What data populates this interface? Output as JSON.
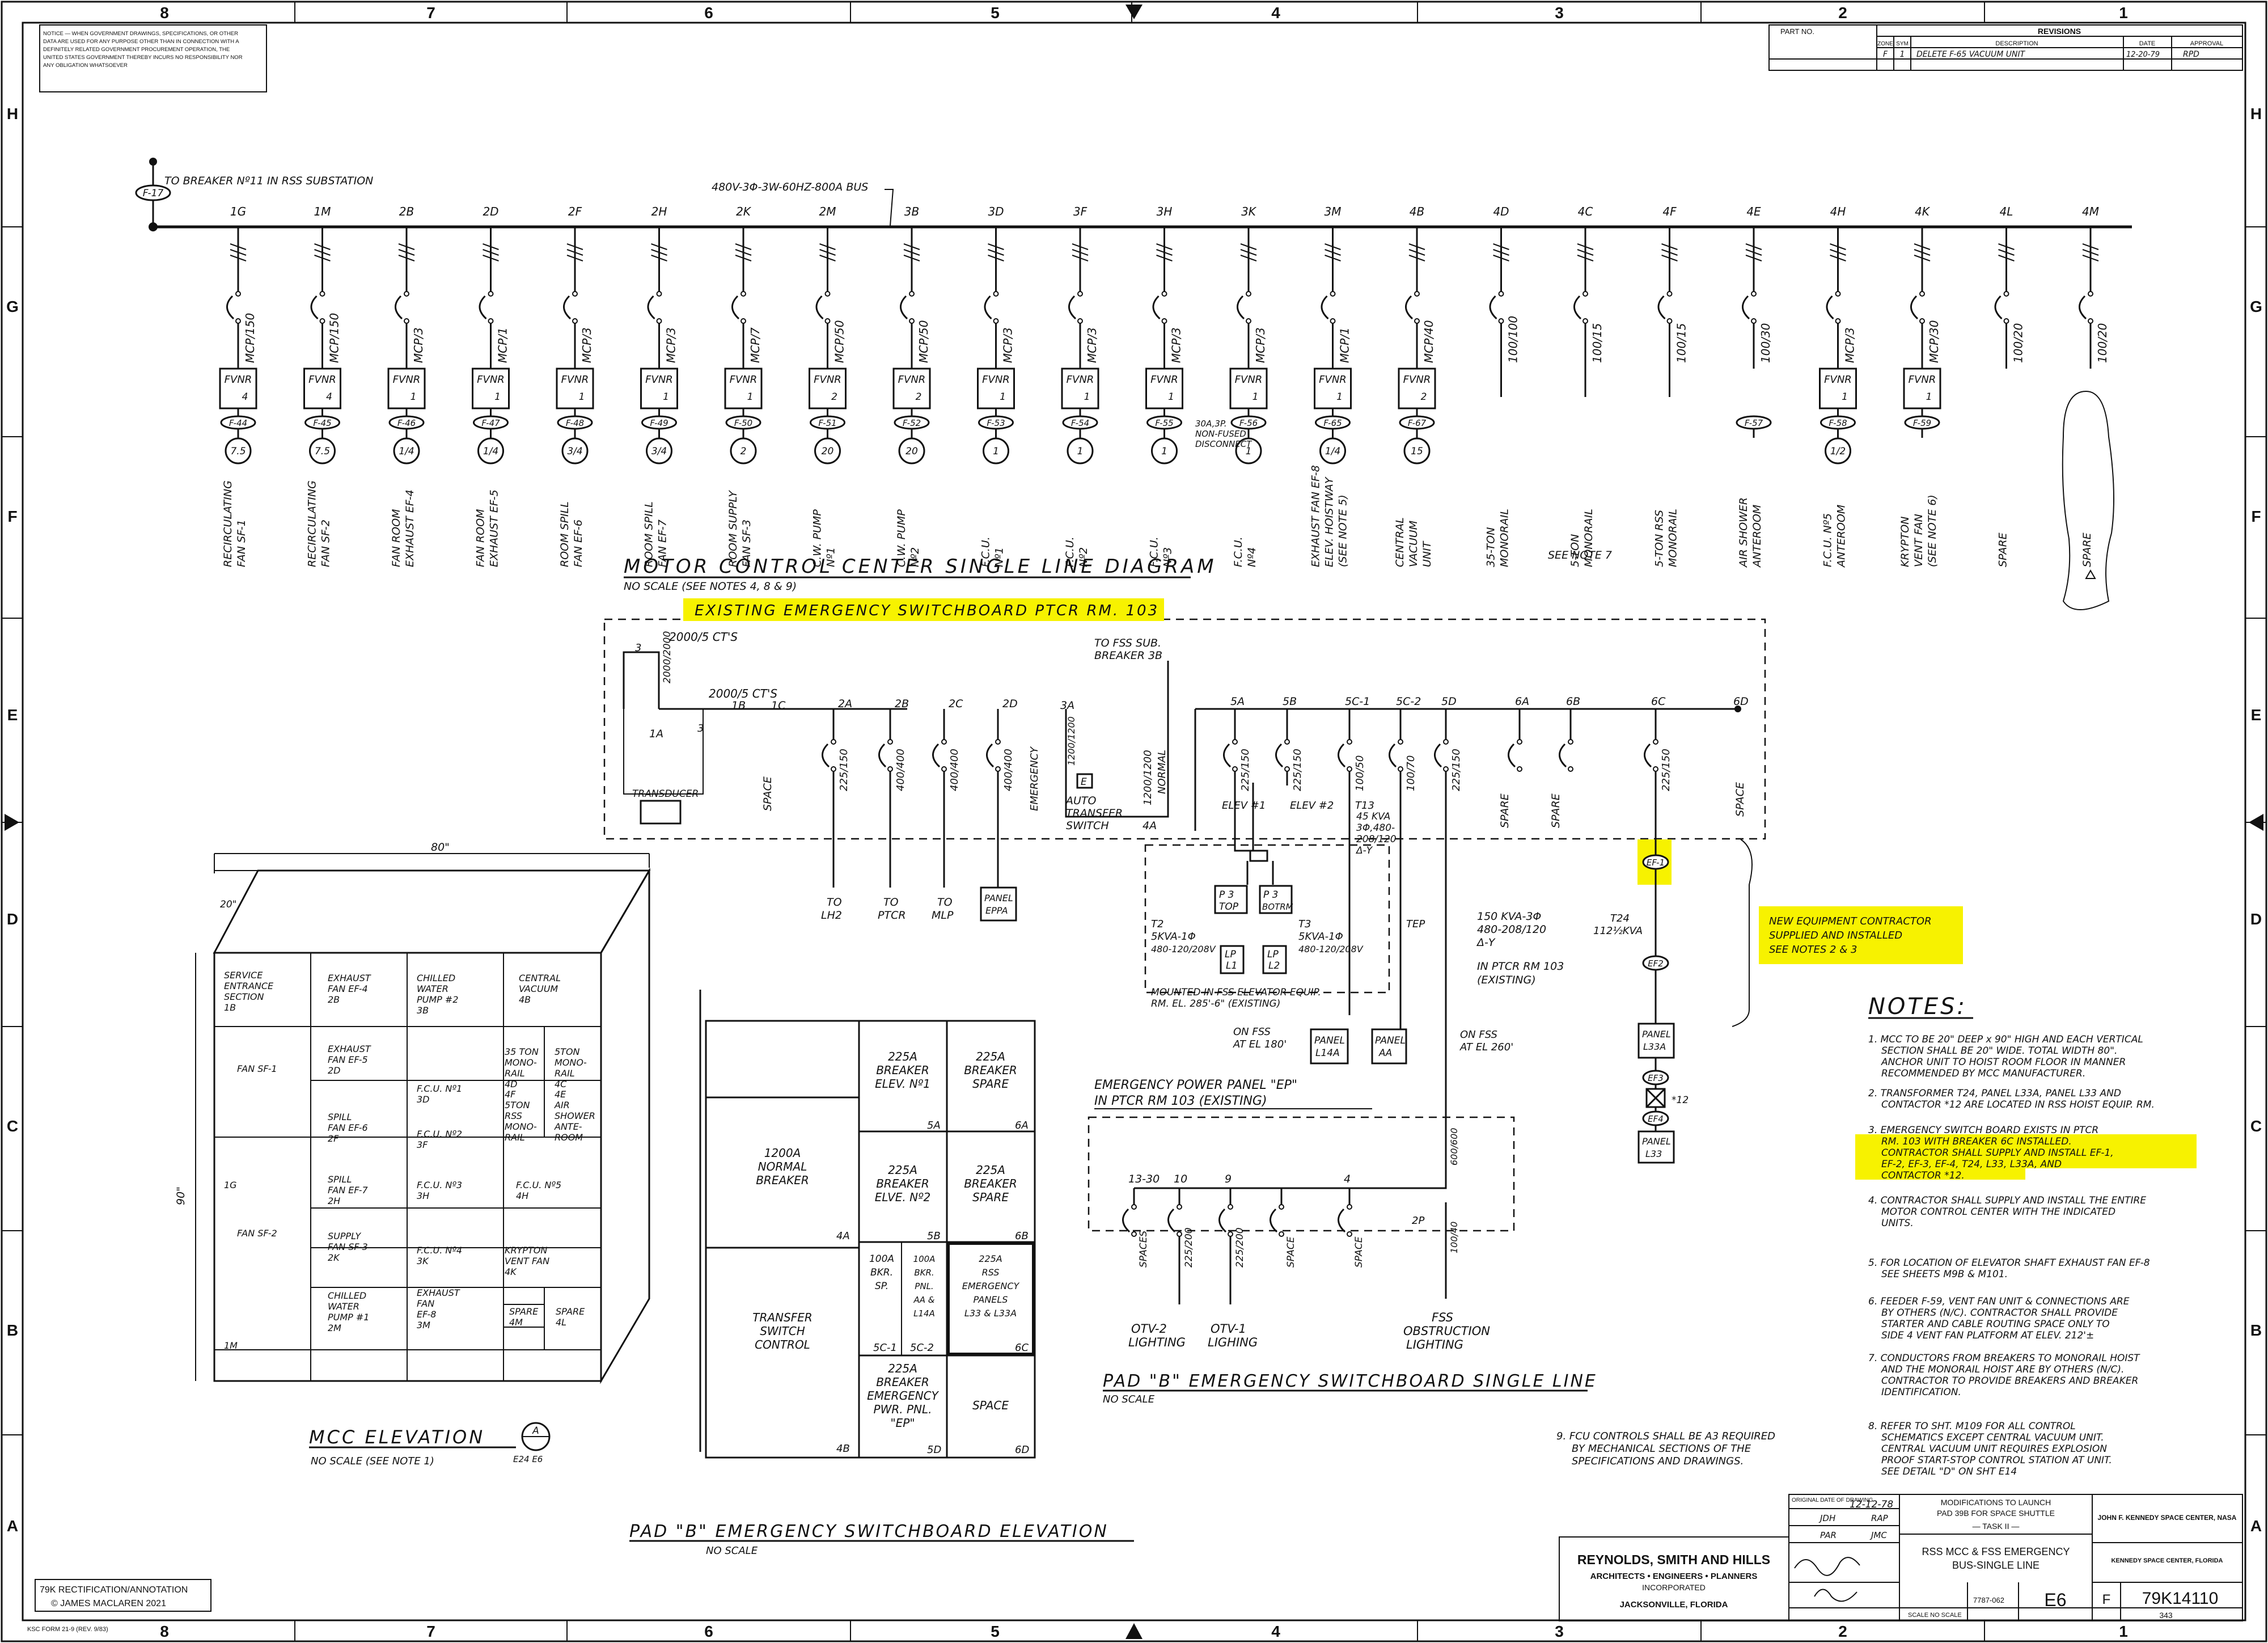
{
  "border": {
    "cols": [
      "8",
      "7",
      "6",
      "5",
      "4",
      "3",
      "2",
      "1"
    ],
    "rows": [
      "H",
      "G",
      "F",
      "E",
      "D",
      "C",
      "B",
      "A"
    ]
  },
  "notice": "NOTICE — WHEN GOVERNMENT DRAWINGS, SPECIFICATIONS, OR OTHER DATA ARE USED FOR ANY PURPOSE OTHER THAN IN CONNECTION WITH A DEFINITELY RELATED GOVERNMENT PROCUREMENT OPERATION, THE UNITED STATES GOVERNMENT THEREBY INCURS NO RESPONSIBILITY NOR ANY OBLIGATION WHATSOEVER",
  "revisions": {
    "header": "REVISIONS",
    "part_no": "PART NO.",
    "cols": [
      "ZONE",
      "SYM",
      "DESCRIPTION",
      "DATE",
      "APPROVAL"
    ],
    "row": {
      "zone": "F",
      "sym": "1",
      "desc": "DELETE F-65 VACUUM UNIT",
      "date": "12-20-79",
      "approval": "RPD"
    }
  },
  "mcc": {
    "feeder_note": "TO BREAKER Nº11 IN RSS SUBSTATION",
    "feeder_tag": "F-17",
    "bus_label": "480V-3Φ-3W-60HZ-800A BUS",
    "title": "MOTOR CONTROL CENTER SINGLE LINE DIAGRAM",
    "subtitle": "NO SCALE (SEE NOTES 4, 8 & 9)",
    "see_note": "SEE NOTE 7",
    "disconnect_note": [
      "30A,3P.",
      "NON-FUSED",
      "DISCONNECT"
    ],
    "branches": [
      {
        "pos": "1G",
        "mcp": "MCP/150",
        "starter": "FVNR",
        "size": "4",
        "tag": "F-44",
        "hp": "7.5",
        "load": [
          "RECIRCULATING",
          "FAN SF-1"
        ]
      },
      {
        "pos": "1M",
        "mcp": "MCP/150",
        "starter": "FVNR",
        "size": "4",
        "tag": "F-45",
        "hp": "7.5",
        "load": [
          "RECIRCULATING",
          "FAN SF-2"
        ]
      },
      {
        "pos": "2B",
        "mcp": "MCP/3",
        "starter": "FVNR",
        "size": "1",
        "tag": "F-46",
        "hp": "1/4",
        "load": [
          "FAN ROOM",
          "EXHAUST EF-4"
        ]
      },
      {
        "pos": "2D",
        "mcp": "MCP/1",
        "starter": "FVNR",
        "size": "1",
        "tag": "F-47",
        "hp": "1/4",
        "load": [
          "FAN ROOM",
          "EXHAUST EF-5"
        ]
      },
      {
        "pos": "2F",
        "mcp": "MCP/3",
        "starter": "FVNR",
        "size": "1",
        "tag": "F-48",
        "hp": "3/4",
        "load": [
          "ROOM SPILL",
          "FAN EF-6"
        ]
      },
      {
        "pos": "2H",
        "mcp": "MCP/3",
        "starter": "FVNR",
        "size": "1",
        "tag": "F-49",
        "hp": "3/4",
        "load": [
          "ROOM SPILL",
          "FAN EF-7"
        ]
      },
      {
        "pos": "2K",
        "mcp": "MCP/7",
        "starter": "FVNR",
        "size": "1",
        "tag": "F-50",
        "hp": "2",
        "load": [
          "ROOM SUPPLY",
          "FAN SF-3"
        ]
      },
      {
        "pos": "2M",
        "mcp": "MCP/50",
        "starter": "FVNR",
        "size": "2",
        "tag": "F-51",
        "hp": "20",
        "load": [
          "C.W. PUMP",
          "Nº1"
        ]
      },
      {
        "pos": "3B",
        "mcp": "MCP/50",
        "starter": "FVNR",
        "size": "2",
        "tag": "F-52",
        "hp": "20",
        "load": [
          "C.W. PUMP",
          "Nº2"
        ]
      },
      {
        "pos": "3D",
        "mcp": "MCP/3",
        "starter": "FVNR",
        "size": "1",
        "tag": "F-53",
        "hp": "1",
        "load": [
          "F.C.U.",
          "Nº1"
        ]
      },
      {
        "pos": "3F",
        "mcp": "MCP/3",
        "starter": "FVNR",
        "size": "1",
        "tag": "F-54",
        "hp": "1",
        "load": [
          "F.C.U.",
          "Nº2"
        ]
      },
      {
        "pos": "3H",
        "mcp": "MCP/3",
        "starter": "FVNR",
        "size": "1",
        "tag": "F-55",
        "hp": "1",
        "load": [
          "F.C.U.",
          "Nº3"
        ]
      },
      {
        "pos": "3K",
        "mcp": "MCP/3",
        "starter": "FVNR",
        "size": "1",
        "tag": "F-56",
        "hp": "1",
        "load": [
          "F.C.U.",
          "Nº4"
        ]
      },
      {
        "pos": "3M",
        "mcp": "MCP/1",
        "starter": "FVNR",
        "size": "1",
        "tag": "F-65",
        "hp": "1/4",
        "load": [
          "EXHAUST FAN EF-8",
          "ELEV. HOISTWAY",
          "(SEE NOTE 5)"
        ]
      },
      {
        "pos": "4B",
        "mcp": "MCP/40",
        "starter": "FVNR",
        "size": "2",
        "tag": "F-67",
        "hp": "15",
        "load": [
          "CENTRAL",
          "VACUUM",
          "UNIT"
        ]
      },
      {
        "pos": "4D",
        "mcp": "100/100",
        "starter": "",
        "size": "",
        "tag": "",
        "hp": "",
        "load": [
          "35-TON",
          "MONORAIL"
        ]
      },
      {
        "pos": "4C",
        "mcp": "100/15",
        "starter": "",
        "size": "",
        "tag": "",
        "hp": "",
        "load": [
          "5-TON",
          "MONORAIL"
        ]
      },
      {
        "pos": "4F",
        "mcp": "100/15",
        "starter": "",
        "size": "",
        "tag": "",
        "hp": "",
        "load": [
          "5-TON RSS",
          "MONORAIL"
        ]
      },
      {
        "pos": "4E",
        "mcp": "100/30",
        "starter": "",
        "size": "",
        "tag": "F-57",
        "hp": "",
        "load": [
          "AIR SHOWER",
          "ANTEROOM"
        ]
      },
      {
        "pos": "4H",
        "mcp": "MCP/3",
        "starter": "FVNR",
        "size": "1",
        "tag": "F-58",
        "hp": "1/2",
        "load": [
          "F.C.U. Nº5",
          "ANTEROOM"
        ]
      },
      {
        "pos": "4K",
        "mcp": "MCP/30",
        "starter": "FVNR",
        "size": "1",
        "tag": "F-59",
        "hp": "",
        "load": [
          "KRYPTON",
          "VENT FAN",
          "(SEE NOTE 6)"
        ]
      },
      {
        "pos": "4L",
        "mcp": "100/20",
        "starter": "",
        "size": "",
        "tag": "",
        "hp": "",
        "load": [
          "SPARE"
        ]
      },
      {
        "pos": "4M",
        "mcp": "100/20",
        "starter": "",
        "size": "",
        "tag": "",
        "hp": "",
        "load": [
          "SPARE"
        ]
      }
    ]
  },
  "existing_board": {
    "title": "EXISTING EMERGENCY SWITCHBOARD PTCR RM. 103",
    "ct_main": "2000/5 CT'S",
    "ct_1b": "2000/5 CT'S",
    "main_breaker": "2000/2000",
    "main_pos": "1A",
    "pos_1b": "1B",
    "pos_1c": "1C",
    "n3a": "3",
    "n3b": "3",
    "transducer": "TRANSDUCER",
    "to_fss": [
      "TO FSS SUB.",
      "BREAKER 3B"
    ],
    "ats": [
      "AUTO",
      "TRANSFER",
      "SWITCH"
    ],
    "ats_pos": "4A",
    "ats_emerg": "EMERGENCY",
    "ats_emerg_rating": "1200/1200",
    "ats_normal": [
      "1200/1200",
      "NORMAL"
    ],
    "ats_e": "E",
    "ats_3a": "3A",
    "ats_4a_pos": "4A",
    "space_label": "SPACE",
    "feeders": [
      {
        "pos": "2A",
        "rating": "225/150",
        "to": [
          "TO",
          "LH2"
        ]
      },
      {
        "pos": "2B",
        "rating": "400/400",
        "to": [
          "TO",
          "PTCR"
        ]
      },
      {
        "pos": "2C",
        "rating": "400/400",
        "to": [
          "TO",
          "MLP"
        ]
      },
      {
        "pos": "2D",
        "rating": "400/400",
        "to": [
          "PANEL",
          "EPPA"
        ]
      }
    ],
    "right_feeders": [
      {
        "pos": "5A",
        "rating": "225/150"
      },
      {
        "pos": "5B",
        "rating": "225/150"
      },
      {
        "pos": "5C-1",
        "rating": "100/50"
      },
      {
        "pos": "5C-2",
        "rating": "100/70"
      },
      {
        "pos": "5D",
        "rating": "225/150"
      },
      {
        "pos": "6A",
        "rating": "SPARE"
      },
      {
        "pos": "6B",
        "rating": "SPARE"
      },
      {
        "pos": "6C",
        "rating": "225/150"
      },
      {
        "pos": "6D",
        "rating": "SPACE"
      }
    ],
    "elev1": "ELEV #1",
    "elev2": "ELEV #2",
    "t13": "T13",
    "xfmr_45": [
      "45 KVA",
      "3Φ,480-",
      "208/120",
      "Δ-Y"
    ],
    "p3_top": [
      "P 3",
      "TOP"
    ],
    "p3_bot": [
      "P 3",
      "BOTRM"
    ],
    "t2": [
      "T2",
      "5KVA-1Φ",
      "480-120/208V"
    ],
    "t3": [
      "T3",
      "5KVA-1Φ",
      "480-120/208V"
    ],
    "lp_l1": [
      "LP",
      "L1"
    ],
    "lp_l2": [
      "LP",
      "L2"
    ],
    "mounted_note": [
      "MOUNTED IN FSS ELEVATOR EQUIP.",
      "RM. EL. 285'-6\" (EXISTING)"
    ],
    "panel_l14a": [
      "PANEL",
      "L14A"
    ],
    "panel_aa": [
      "PANEL",
      "AA"
    ],
    "on_fss_180": [
      "ON FSS",
      "AT EL 180'"
    ],
    "on_fss_260": [
      "ON FSS",
      "AT EL 260'"
    ],
    "tep": "TEP",
    "xfmr_150": [
      "150 KVA-3Φ",
      "480-208/120",
      "Δ-Y",
      "IN PTCR RM 103",
      "(EXISTING)"
    ],
    "ef1": "EF-1",
    "t24": [
      "T24",
      "112½KVA"
    ],
    "ef2": "EF2",
    "panel_l33a": [
      "PANEL",
      "L33A"
    ],
    "ef3": "EF3",
    "ef4": "EF4",
    "panel_l33": [
      "PANEL",
      "L33"
    ],
    "star12": "*12",
    "new_equip": [
      "NEW EQUIPMENT CONTRACTOR",
      "SUPPLIED AND INSTALLED",
      "SEE NOTES 2 & 3"
    ]
  },
  "ep_panel": {
    "title": [
      "EMERGENCY POWER PANEL \"EP\"",
      "IN PTCR RM 103 (EXISTING)"
    ],
    "main": "600/600",
    "pos2p": "2P",
    "p2_rating": "100/40",
    "breakers": [
      {
        "pos": "13-30",
        "rating": "SPACES"
      },
      {
        "pos": "10",
        "rating": "225/200"
      },
      {
        "pos": "9",
        "rating": "225/200"
      },
      {
        "pos": "",
        "rating": "SPACE"
      },
      {
        "pos": "4",
        "rating": "SPACE"
      }
    ],
    "otv2": [
      "OTV-2",
      "LIGHTING"
    ],
    "otv1": [
      "OTV-1",
      "LIGHING"
    ],
    "fss": [
      "FSS",
      "OBSTRUCTION",
      "LIGHTING"
    ],
    "title_b": "PAD \"B\" EMERGENCY SWITCHBOARD SINGLE LINE",
    "no_scale": "NO SCALE"
  },
  "mcc_elev": {
    "width": "80\"",
    "depth": "20\"",
    "height": "90\"",
    "title": "MCC ELEVATION",
    "no_scale": "NO SCALE (SEE NOTE 1)",
    "bubble_a": "A",
    "bubble_ref": "E24 E6",
    "cells": [
      [
        "SERVICE",
        "ENTRANCE",
        "SECTION",
        "1B"
      ],
      [
        "EXHAUST",
        "FAN EF-4",
        "2B"
      ],
      [
        "CHILLED",
        "WATER",
        "PUMP #2",
        "3B"
      ],
      [
        "CENTRAL",
        "VACUUM",
        "4B"
      ],
      [
        "FAN SF-1"
      ],
      [
        "EXHAUST",
        "FAN EF-5",
        "2D"
      ],
      [
        "F.C.U. Nº1",
        "3D"
      ],
      [
        "35 TON",
        "MONO-",
        "RAIL",
        "4D"
      ],
      [
        "5TON",
        "MONO-",
        "RAIL",
        "4C"
      ],
      [
        "SPILL",
        "FAN EF-6",
        "2F"
      ],
      [
        "F.C.U. Nº2",
        "3F"
      ],
      [
        "4F",
        "5TON",
        "RSS",
        "MONO-",
        "RAIL"
      ],
      [
        "4E",
        "AIR",
        "SHOWER",
        "ANTE-",
        "ROOM"
      ],
      [
        "1G"
      ],
      [
        "SPILL",
        "FAN EF-7",
        "2H"
      ],
      [
        "F.C.U. Nº3",
        "3H"
      ],
      [
        "F.C.U. Nº5",
        "4H"
      ],
      [
        "FAN SF-2"
      ],
      [
        "SUPPLY",
        "FAN SF-3",
        "2K"
      ],
      [
        "F.C.U. Nº4",
        "3K"
      ],
      [
        "KRYPTON",
        "VENT FAN",
        "4K"
      ],
      [
        "CHILLED",
        "WATER",
        "PUMP #1",
        "2M"
      ],
      [
        "EXHAUST",
        "FAN",
        "EF-8",
        "3M"
      ],
      [
        "SPARE",
        "4M"
      ],
      [
        "SPARE",
        "4L"
      ],
      [
        "1M"
      ]
    ]
  },
  "pad_elev": {
    "title": "PAD \"B\" EMERGENCY SWITCHBOARD ELEVATION",
    "no_scale": "NO SCALE",
    "normal": [
      "1200A",
      "NORMAL",
      "BREAKER",
      "4A"
    ],
    "transfer": [
      "TRANSFER",
      "SWITCH",
      "CONTROL",
      "4B"
    ],
    "c5a": [
      "225A",
      "BREAKER",
      "ELEV. Nº1",
      "5A"
    ],
    "c6a": [
      "225A",
      "BREAKER",
      "SPARE",
      "6A"
    ],
    "c5b": [
      "225A",
      "BREAKER",
      "ELVE. Nº2",
      "5B"
    ],
    "c6b": [
      "225A",
      "BREAKER",
      "SPARE",
      "6B"
    ],
    "c5c1": [
      "100A",
      "BKR.",
      "SP.",
      "5C-1"
    ],
    "c5c2": [
      "100A",
      "BKR.",
      "PNL.",
      "AA &",
      "L14A",
      "5C-2"
    ],
    "c6c": [
      "225A",
      "RSS",
      "EMERGENCY",
      "PANELS",
      "L33 & L33A",
      "6C"
    ],
    "c5d": [
      "225A",
      "BREAKER",
      "EMERGENCY",
      "PWR. PNL.",
      "\"EP\"",
      "5D"
    ],
    "c6d": [
      "SPACE",
      "6D"
    ]
  },
  "notes": {
    "title": "NOTES:",
    "items": [
      [
        "1. MCC TO BE 20\" DEEP x 90\" HIGH AND EACH VERTICAL",
        "SECTION SHALL BE 20\" WIDE. TOTAL WIDTH 80\".",
        "ANCHOR UNIT TO HOIST ROOM FLOOR IN MANNER",
        "RECOMMENDED BY MCC MANUFACTURER."
      ],
      [
        "2. TRANSFORMER T24, PANEL L33A, PANEL L33 AND",
        "CONTACTOR *12 ARE LOCATED IN RSS HOIST EQUIP. RM."
      ],
      [
        "3. EMERGENCY SWITCH BOARD EXISTS IN PTCR",
        "RM. 103 WITH BREAKER 6C INSTALLED.",
        "CONTRACTOR SHALL SUPPLY AND INSTALL EF-1,",
        "EF-2, EF-3, EF-4, T24, L33, L33A, AND",
        "CONTACTOR *12."
      ],
      [
        "4. CONTRACTOR SHALL SUPPLY AND INSTALL THE ENTIRE",
        "MOTOR CONTROL CENTER WITH THE INDICATED",
        "UNITS."
      ],
      [
        "5. FOR LOCATION OF ELEVATOR SHAFT EXHAUST FAN EF-8",
        "SEE SHEETS M9B & M101."
      ],
      [
        "6. FEEDER F-59, VENT FAN UNIT & CONNECTIONS ARE",
        "BY OTHERS (N/C). CONTRACTOR SHALL PROVIDE",
        "STARTER AND CABLE ROUTING SPACE ONLY TO",
        "SIDE 4 VENT FAN PLATFORM AT ELEV. 212'±"
      ],
      [
        "7. CONDUCTORS FROM BREAKERS TO MONORAIL HOIST",
        "AND THE MONORAIL HOIST ARE BY OTHERS (N/C).",
        "CONTRACTOR TO PROVIDE BREAKERS AND BREAKER",
        "IDENTIFICATION."
      ],
      [
        "8. REFER TO SHT. M109 FOR ALL CONTROL",
        "SCHEMATICS EXCEPT CENTRAL VACUUM UNIT.",
        "CENTRAL VACUUM UNIT REQUIRES EXPLOSION",
        "PROOF START-STOP CONTROL STATION AT UNIT.",
        "SEE DETAIL \"D\" ON SHT E14"
      ]
    ],
    "note9": [
      "9. FCU CONTROLS SHALL BE A3 REQUIRED",
      "BY MECHANICAL SECTIONS OF THE",
      "SPECIFICATIONS AND DRAWINGS."
    ]
  },
  "title_block": {
    "orig_date_label": "ORIGINAL DATE OF DRAWING",
    "orig_date": "12-12-78",
    "designed": "JDH",
    "checked": "RAP",
    "drawn": "JMC",
    "approved": "PAR",
    "mod1": "MODIFICATIONS TO LAUNCH",
    "mod2": "PAD 39B FOR SPACE SHUTTLE",
    "mod3": "— TASK II —",
    "center": "JOHN F. KENNEDY SPACE CENTER, NASA",
    "center2": "KENNEDY SPACE CENTER, FLORIDA",
    "dwg1": "RSS MCC & FSS EMERGENCY",
    "dwg2": "BUS-SINGLE LINE",
    "firm1": "REYNOLDS, SMITH AND HILLS",
    "firm2": "ARCHITECTS • ENGINEERS • PLANNERS",
    "firm3": "INCORPORATED",
    "firm4": "JACKSONVILLE, FLORIDA",
    "scale": "SCALE NO SCALE",
    "contract": "7787-062",
    "sheet_id": "E6",
    "size": "F",
    "dwg_no": "79K14110",
    "sheet_num": "343",
    "stamp": [
      "79K RECTIFICATION/ANNOTATION",
      "© JAMES MACLAREN 2021"
    ],
    "form": "KSC FORM 21-9 (REV. 9/83)"
  }
}
